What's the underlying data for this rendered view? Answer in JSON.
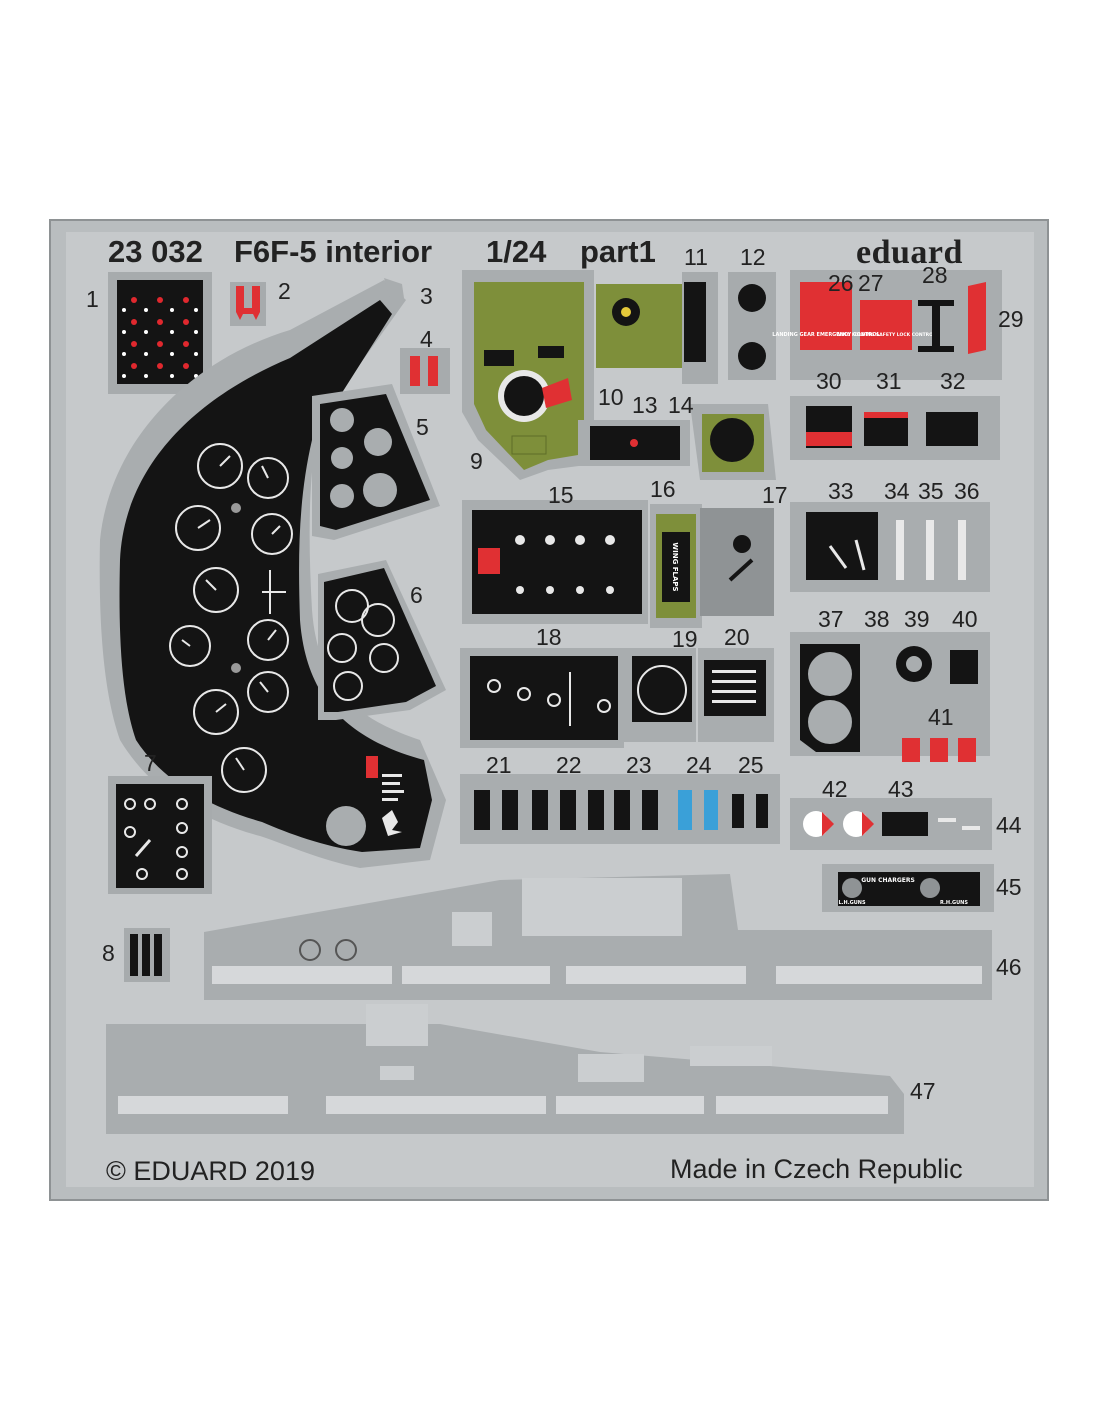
{
  "sheet": {
    "code": "23 032",
    "title": "F6F-5 interior",
    "scale": "1/24",
    "part": "part1",
    "brand": "eduard",
    "copyright": "© EDUARD 2019",
    "origin": "Made in Czech Republic"
  },
  "part_numbers": [
    "1",
    "2",
    "3",
    "4",
    "5",
    "6",
    "7",
    "8",
    "9",
    "10",
    "11",
    "12",
    "13",
    "14",
    "15",
    "16",
    "17",
    "18",
    "19",
    "20",
    "21",
    "22",
    "23",
    "24",
    "25",
    "26",
    "27",
    "28",
    "29",
    "30",
    "31",
    "32",
    "33",
    "34",
    "35",
    "36",
    "37",
    "38",
    "39",
    "40",
    "41",
    "42",
    "43",
    "44",
    "45",
    "46",
    "47"
  ],
  "placards": {
    "landing_gear": "LANDING GEAR EMERGENCY CONTROL",
    "wing_folding": "WING FOLDING SAFETY LOCK CONTROL",
    "wing_flaps": "WING FLAPS",
    "gun_chargers": "GUN CHARGERS",
    "lh_guns": "L.H.GUNS",
    "rh_guns": "R.H.GUNS"
  },
  "colors": {
    "fret": "#b9bdbf",
    "panel_black": "#161616",
    "interior_green": "#7e8f3a",
    "placard_red": "#e03033",
    "switch_blue": "#3aa0d8"
  }
}
